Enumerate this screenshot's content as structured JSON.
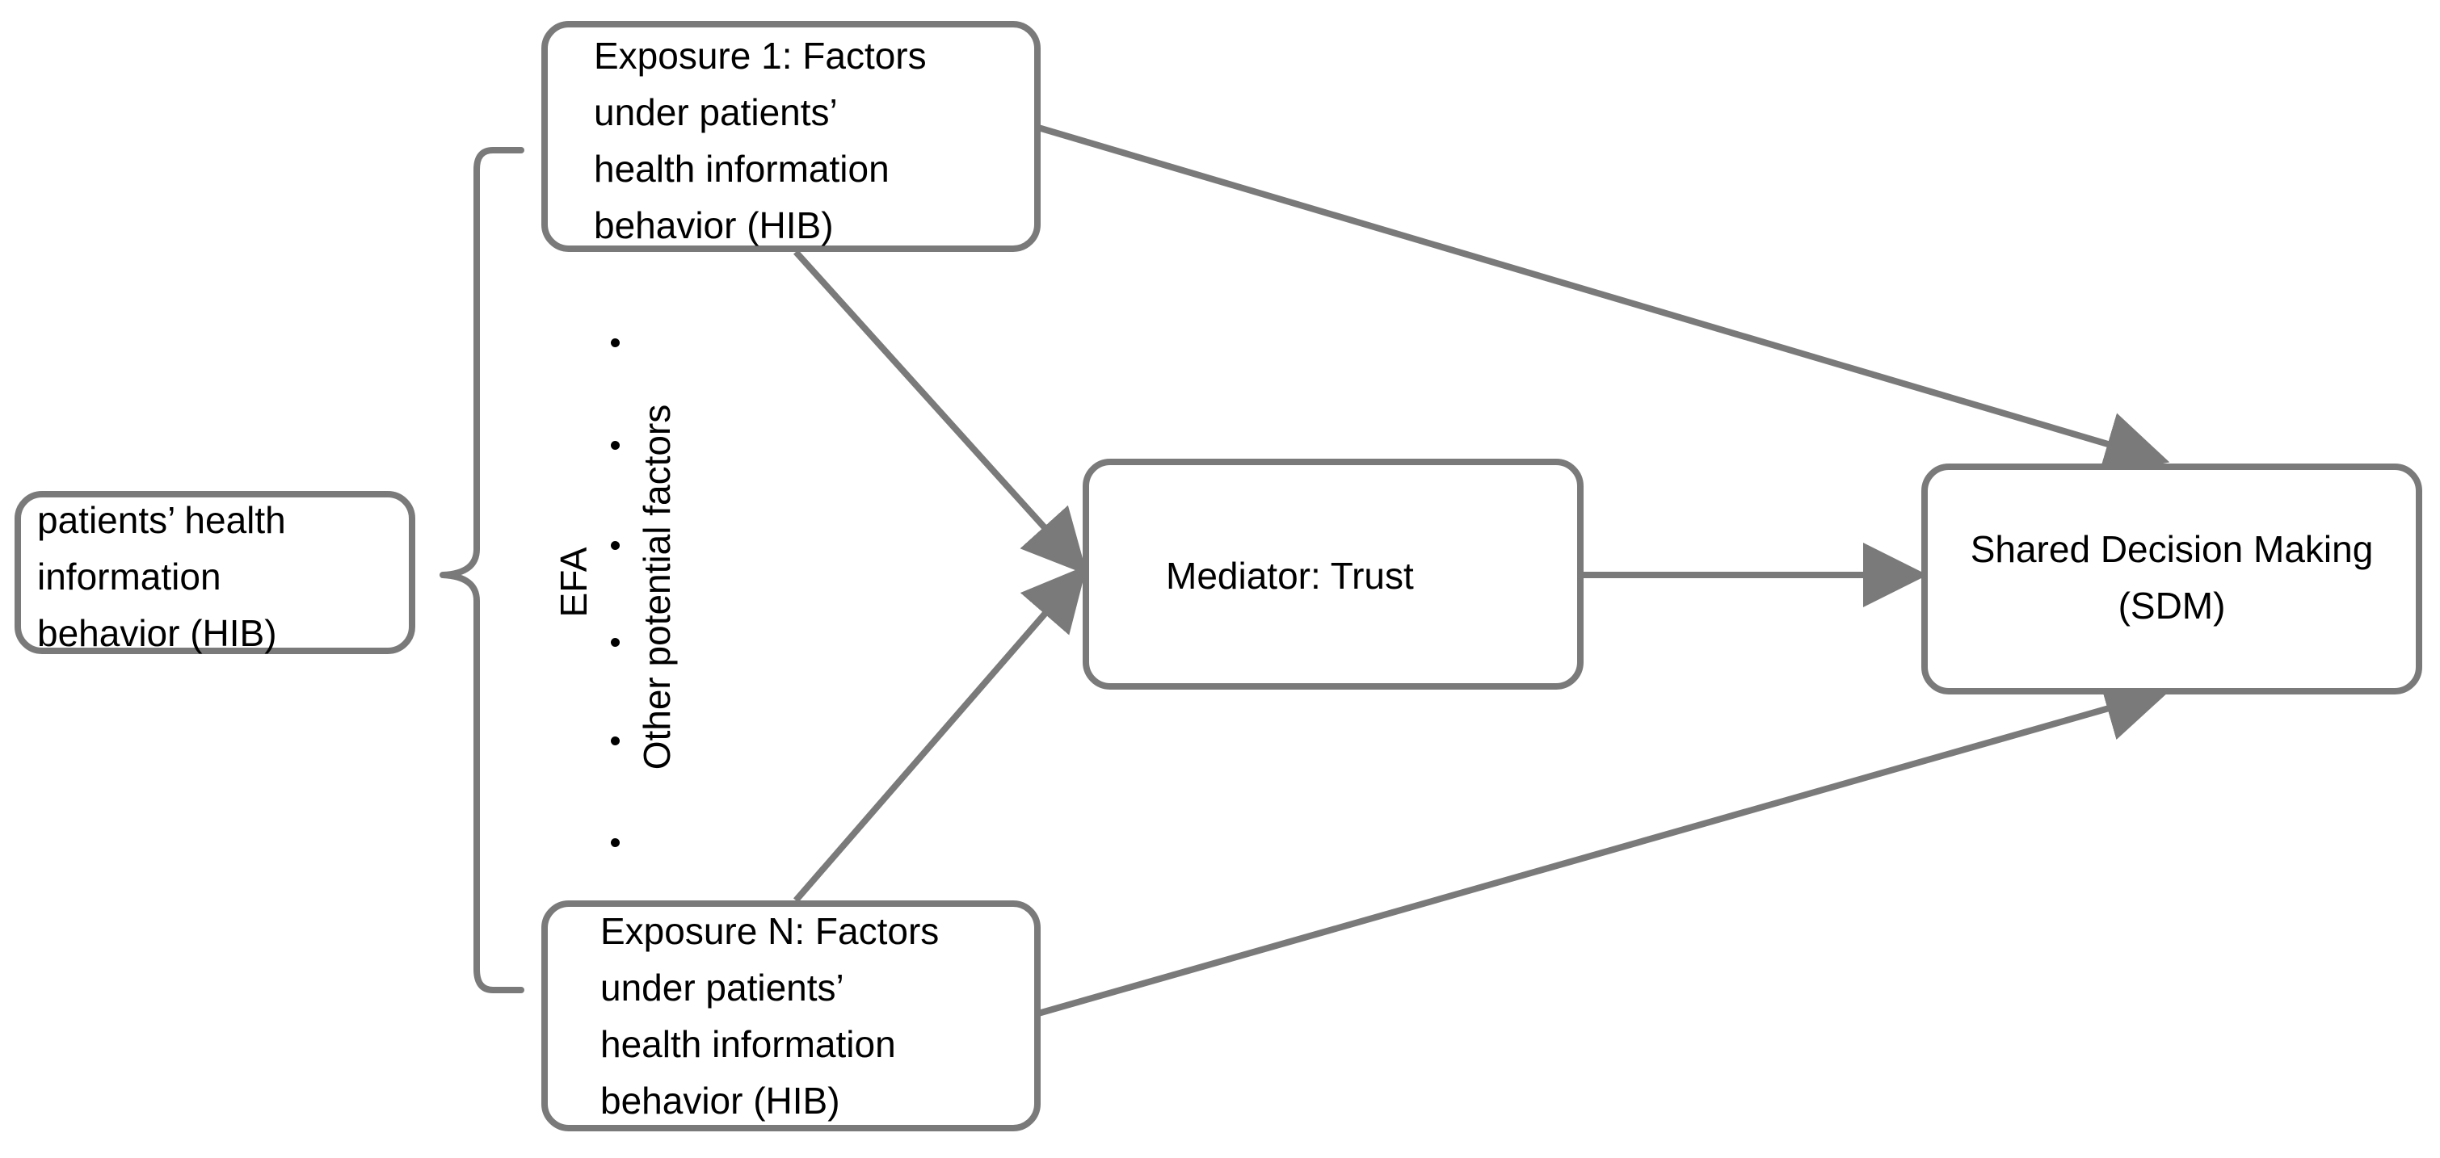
{
  "nodes": {
    "hib": "patients’ health\ninformation\nbehavior (HIB)",
    "exposure1": "Exposure 1: Factors\nunder patients’\nhealth information\nbehavior (HIB)",
    "exposureN": "Exposure N: Factors\nunder patients’\nhealth information\nbehavior (HIB)",
    "mediator": "Mediator: Trust",
    "sdm": "Shared Decision Making\n(SDM)"
  },
  "labels": {
    "efa": "EFA",
    "other_factors": "Other potential factors"
  },
  "colors": {
    "stroke": "#7a7a7a",
    "text": "#000000",
    "background": "#ffffff"
  }
}
